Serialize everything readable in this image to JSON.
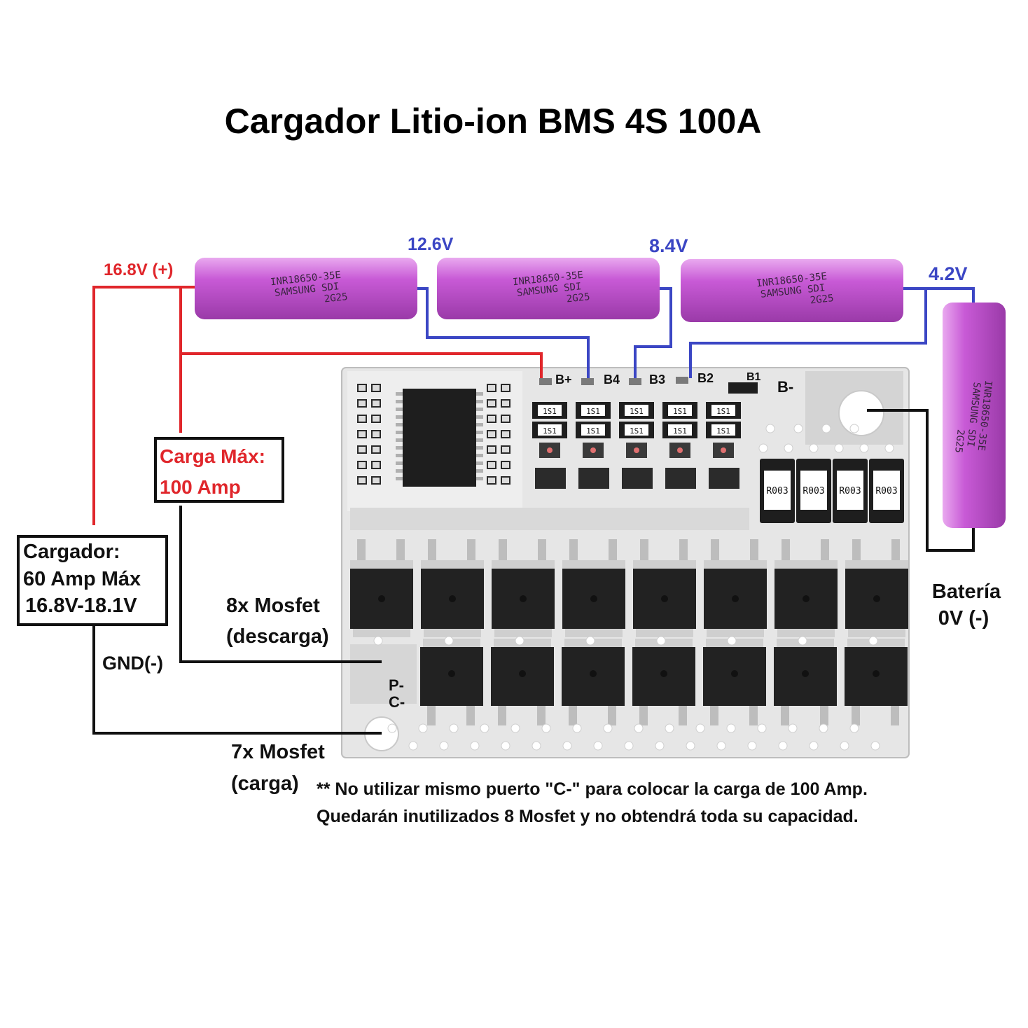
{
  "title": "Cargador Litio-ion BMS 4S 100A",
  "colors": {
    "positive": "#e0262b",
    "balance": "#3b46c4",
    "negative": "#111111",
    "battery_body": "#c24fd0",
    "pcb": "#e4e4e4",
    "mosfet": "#222222"
  },
  "voltages": {
    "v16_8": "16.8V (+)",
    "v12_6": "12.6V",
    "v8_4": "8.4V",
    "v4_2": "4.2V",
    "bat_neg_1": "Batería",
    "bat_neg_2": "0V (-)"
  },
  "batteries": [
    {
      "line1": "INR18650-35E",
      "line2": "SAMSUNG  SDI",
      "line3": "2G25"
    },
    {
      "line1": "INR18650-35E",
      "line2": "SAMSUNG  SDI",
      "line3": "2G25"
    },
    {
      "line1": "INR18650-35E",
      "line2": "SAMSUNG  SDI",
      "line3": "2G25"
    },
    {
      "line1": "INR18650-35E",
      "line2": "SAMSUNG  SDI",
      "line3": "2G25"
    }
  ],
  "pads": {
    "bplus": "B+",
    "b4": "B4",
    "b3": "B3",
    "b2": "B2",
    "b1": "B1",
    "bminus": "B-",
    "pminus": "P-",
    "cminus": "C-"
  },
  "components": {
    "diode": "1S1",
    "resistor": "R003"
  },
  "boxes": {
    "carga_1": "Carga Máx:",
    "carga_2": "100 Amp",
    "cargador_1": "Cargador:",
    "cargador_2": "60 Amp Máx",
    "cargador_3": "16.8V-18.1V"
  },
  "labels": {
    "gnd": "GND(-)",
    "mos8_1": "8x Mosfet",
    "mos8_2": "(descarga)",
    "mos7_1": "7x Mosfet",
    "mos7_2": "(carga)",
    "note_1": "** No utilizar mismo puerto \"C-\" para colocar la carga de 100 Amp.",
    "note_2": "Quedarán inutilizados 8 Mosfet y no obtendrá toda su capacidad."
  }
}
